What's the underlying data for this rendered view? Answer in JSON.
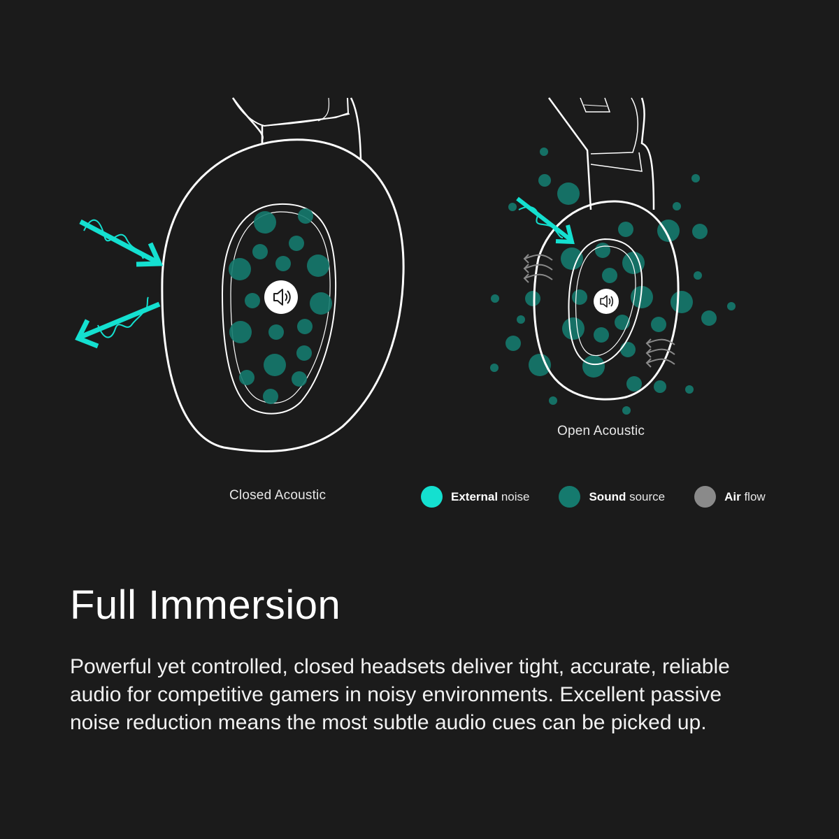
{
  "colors": {
    "background": "#1b1b1b",
    "external_noise": "#14e0d0",
    "sound_source": "#157a6e",
    "air_flow": "#8a8a8a",
    "outline": "#ffffff"
  },
  "diagrams": {
    "closed": {
      "caption": "Closed Acoustic",
      "center_icon": "speaker-icon"
    },
    "open": {
      "caption": "Open Acoustic",
      "center_icon": "speaker-icon"
    }
  },
  "legend": [
    {
      "bold": "External",
      "rest": " noise",
      "color": "#14e0d0"
    },
    {
      "bold": "Sound",
      "rest": " source",
      "color": "#157a6e"
    },
    {
      "bold": "Air",
      "rest": " flow",
      "color": "#8a8a8a"
    }
  ],
  "content": {
    "title": "Full Immersion",
    "body": "Powerful yet controlled, closed headsets deliver tight, accurate, reliable audio for competitive gamers in noisy environments. Excellent passive noise reduction means the most subtle audio cues can be picked up."
  }
}
